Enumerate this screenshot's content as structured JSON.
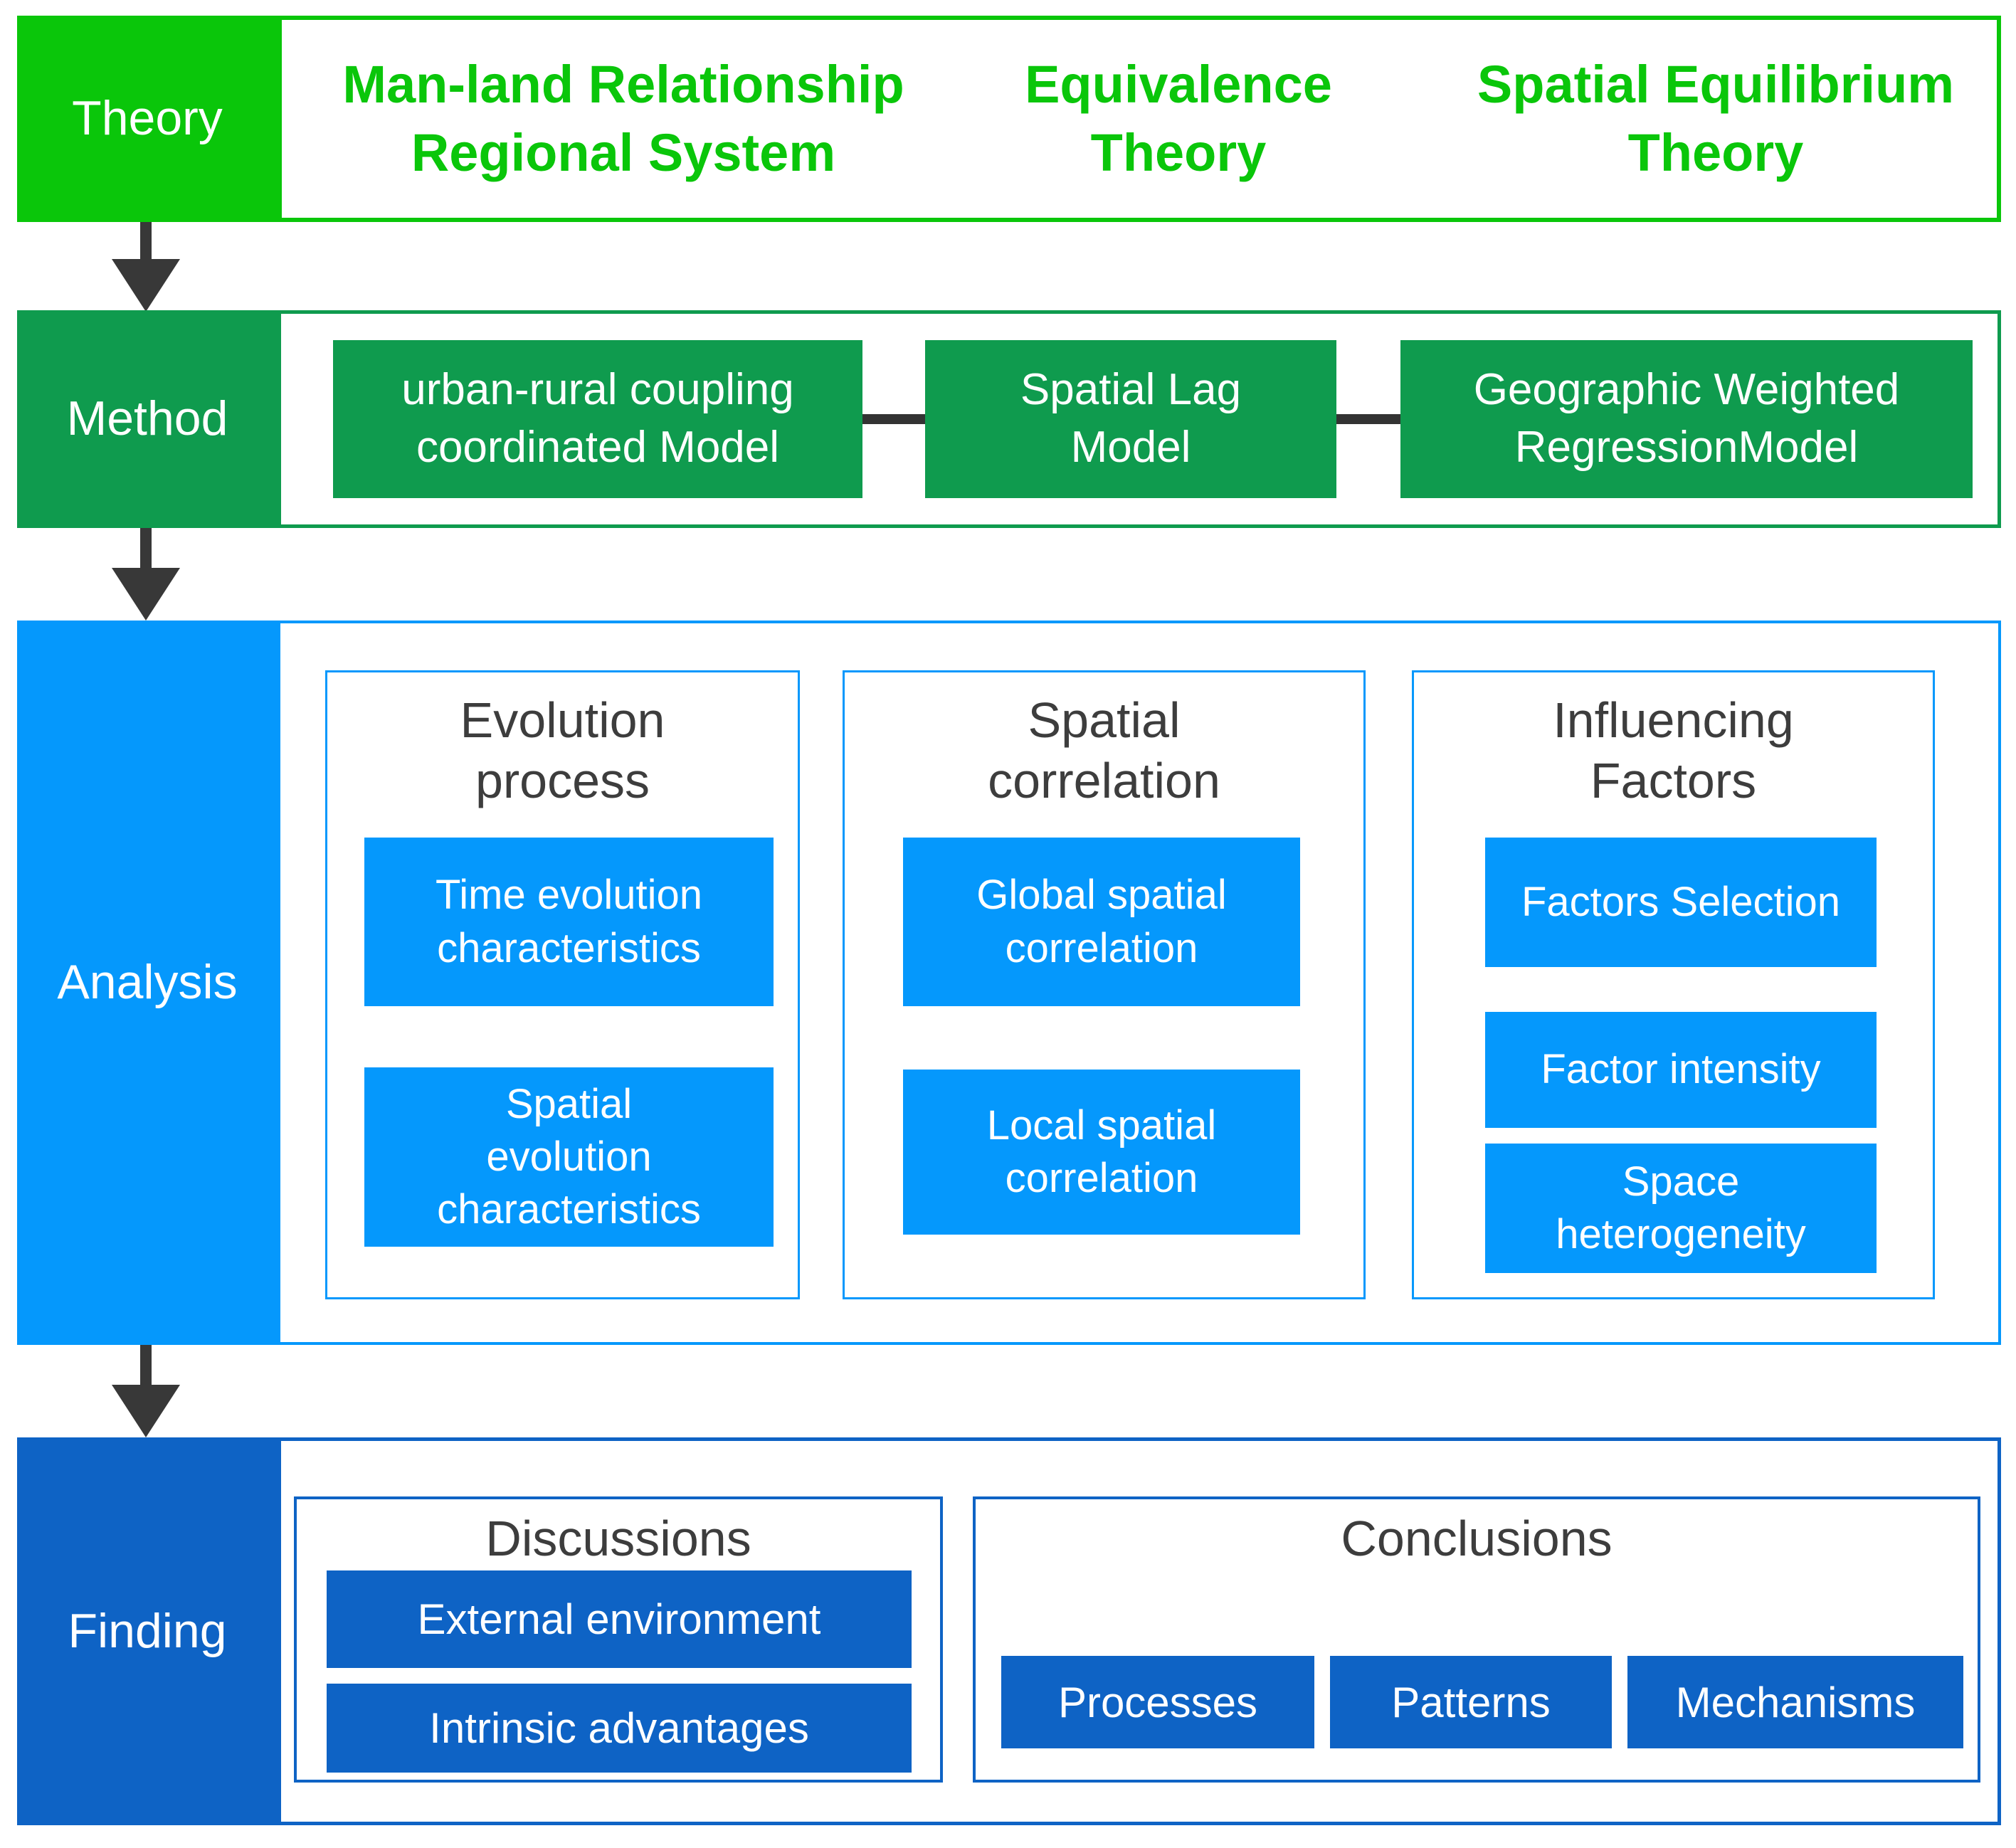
{
  "palette": {
    "theory_green": "#0ac60a",
    "method_green": "#0f9b4e",
    "analysis_blue": "#0598fc",
    "finding_blue": "#0e63c5",
    "heading_gray": "#3d3d3d",
    "arrow_gray": "#383838",
    "box_text": "#ffffff"
  },
  "theory": {
    "label": "Theory",
    "items": [
      "Man-land Relationship\nRegional System",
      "Equivalence\nTheory",
      "Spatial Equilibrium\nTheory"
    ]
  },
  "method": {
    "label": "Method",
    "items": [
      "urban-rural coupling\ncoordinated Model",
      "Spatial Lag\nModel",
      "Geographic Weighted\nRegressionModel"
    ]
  },
  "analysis": {
    "label": "Analysis",
    "columns": [
      {
        "title": "Evolution\nprocess",
        "items": [
          "Time evolution\ncharacteristics",
          "Spatial\nevolution\ncharacteristics"
        ]
      },
      {
        "title": "Spatial\ncorrelation",
        "items": [
          "Global spatial\ncorrelation",
          "Local spatial\ncorrelation"
        ]
      },
      {
        "title": "Influencing\nFactors",
        "items": [
          "Factors Selection",
          "Factor intensity",
          "Space\nheterogeneity"
        ]
      }
    ]
  },
  "finding": {
    "label": "Finding",
    "sections": [
      {
        "title": "Discussions",
        "items": [
          "External environment",
          "Intrinsic advantages"
        ]
      },
      {
        "title": "Conclusions",
        "items": [
          "Processes",
          "Patterns",
          "Mechanisms"
        ]
      }
    ]
  }
}
